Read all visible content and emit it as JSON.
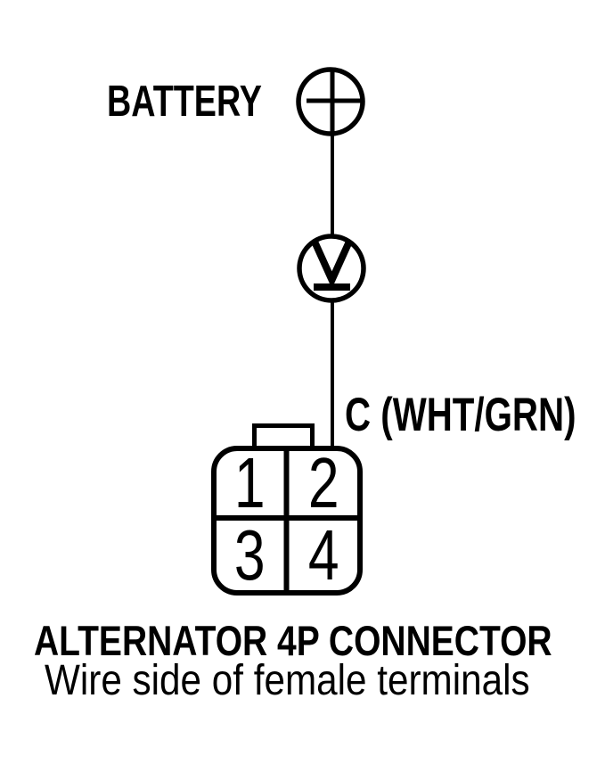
{
  "colors": {
    "ink": "#000000",
    "paper": "#ffffff"
  },
  "labels": {
    "battery": "BATTERY",
    "wire": "C (WHT/GRN)",
    "connector_title": "ALTERNATOR 4P CONNECTOR",
    "connector_subtitle": "Wire side of female terminals"
  },
  "icons": {
    "battery_terminal": "circle-plus-terminal-icon",
    "voltmeter": "circle-underlined-v-voltmeter-icon"
  },
  "connector": {
    "terminals": [
      "1",
      "2",
      "3",
      "4"
    ]
  }
}
